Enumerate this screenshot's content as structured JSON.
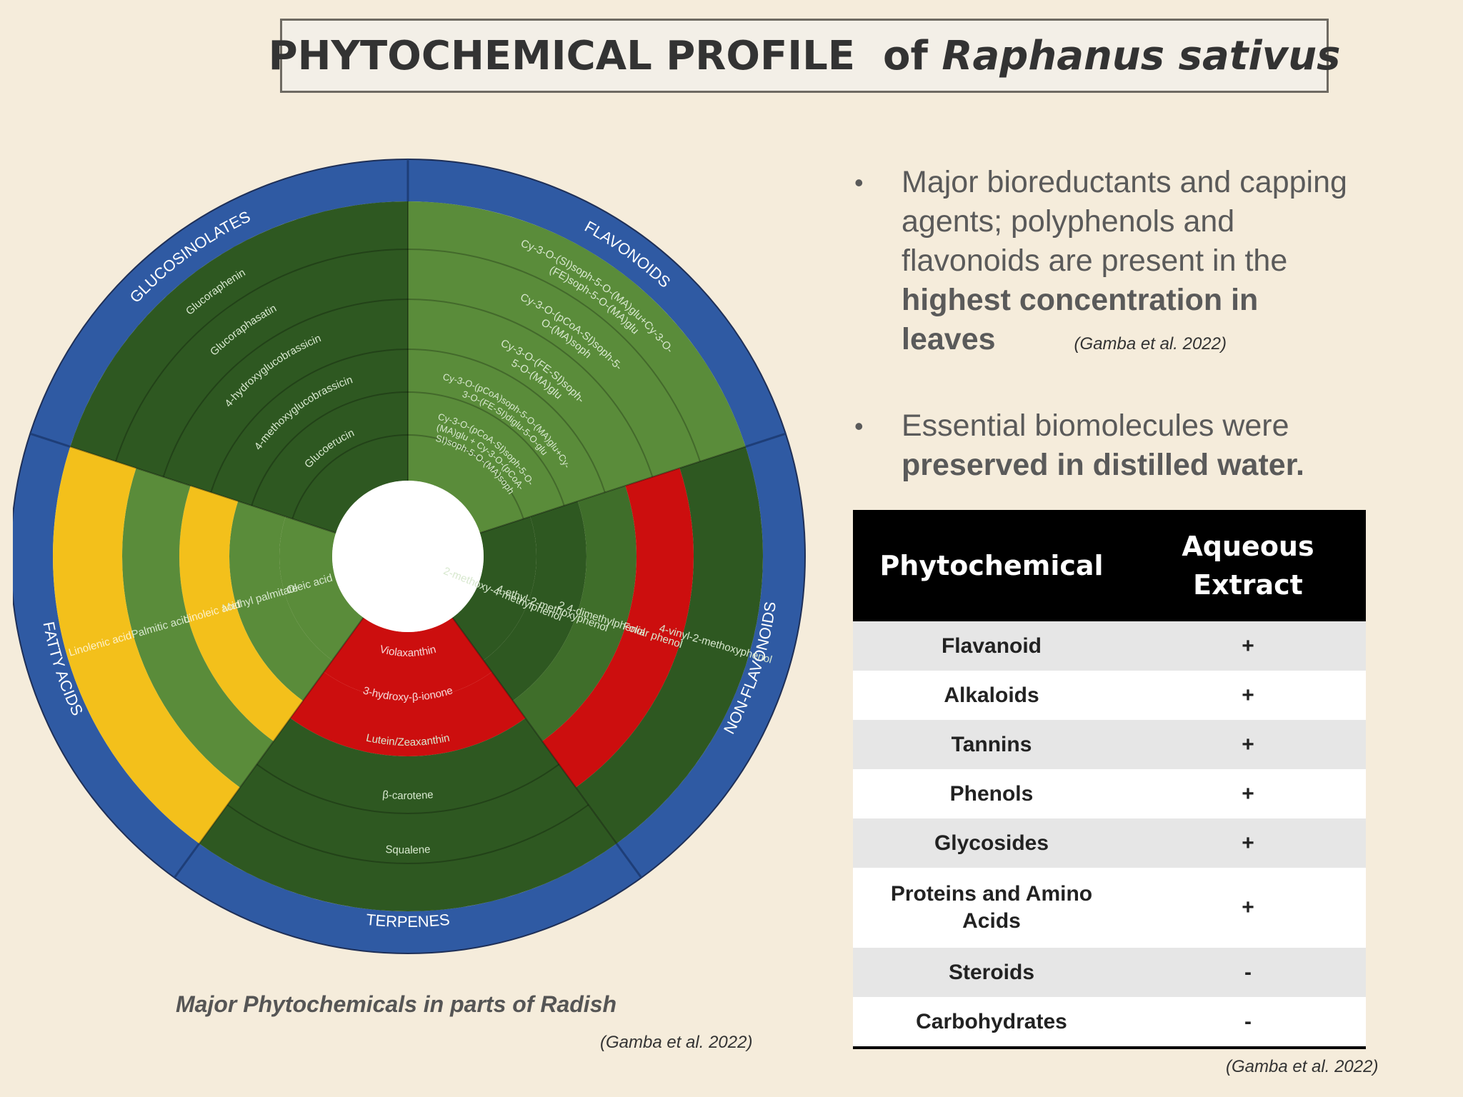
{
  "header": {
    "title_main": "PHYTOCHEMICAL PROFILE  of ",
    "title_italic": "Raphanus sativus"
  },
  "wheel": {
    "colors": {
      "ring": "#2f5aa3",
      "dark_green": "#2e5821",
      "mid_green": "#3f6e2a",
      "light_green": "#5a8c3a",
      "yellow": "#f3c01b",
      "red": "#cc0e0e",
      "center": "#ffffff"
    },
    "categories": [
      "GLUCOSINOLATES",
      "FLAVONOIDS",
      "NON-FLAVONOIDS",
      "TERPENES",
      "FATTY ACIDS"
    ],
    "glucosinolates": [
      "Glucoraphenin",
      "Glucoraphasatin",
      "4-hydroxyglucobrassicin",
      "4-methoxyglucobrassicin",
      "Glucoerucin"
    ],
    "flavonoids": [
      "Cy-3-O-(SI)soph-5-O-(MA)glu+Cy-3-O-",
      "(FE)soph-5-O-(MA)glu",
      "Cy-3-O-(pCoA-SI)soph-5-",
      "O-(MA)soph",
      "Cy-3-O-(FE-SI)soph-",
      "5-O-(MA)glu",
      "Cy-3-O-(pCoA)soph-5-O-(MA)glu+Cy-",
      "3-O-(FE-SI)diglu-5-O-glu",
      "Cy-3-O-(pCoA-SI)soph-5-O-",
      "(MA)glu + Cy-3-O-(pCoA-",
      "SI)soph-5-O-(MA)soph"
    ],
    "non_flavonoids": [
      "2-methoxy-4-methylphenol",
      "4-ethyl-2-methoxyphenol",
      "2,4-dimethylphenol",
      "Foliar phenol",
      "4-vinyl-2-methoxyphenol"
    ],
    "terpenes": [
      "Violaxanthin",
      "3-hydroxy-β-ionone",
      "Lutein/Zeaxanthin",
      "β-carotene",
      "Squalene"
    ],
    "fatty_acids": [
      "Oleic acid",
      "Methyl palmitate",
      "Linoleic acid",
      "Palmitic acid",
      "Linolenic acid"
    ]
  },
  "caption": "Major Phytochemicals in parts of Radish",
  "caption_citation": "(Gamba et al. 2022)",
  "bullets": [
    {
      "text_before": "Major bioreductants and capping agents; polyphenols and flavonoids are present in the ",
      "bold": "highest concentration in leaves",
      "citation": "(Gamba et al. 2022)"
    },
    {
      "text_before": "Essential biomolecules were ",
      "bold": "preserved in distilled water."
    }
  ],
  "table": {
    "headers": [
      "Phytochemical",
      "Aqueous Extract"
    ],
    "rows": [
      [
        "Flavanoid",
        "+"
      ],
      [
        "Alkaloids",
        "+"
      ],
      [
        "Tannins",
        "+"
      ],
      [
        "Phenols",
        "+"
      ],
      [
        "Glycosides",
        "+"
      ],
      [
        "Proteins and Amino Acids",
        "+"
      ],
      [
        "Steroids",
        "-"
      ],
      [
        "Carbohydrates",
        "-"
      ]
    ]
  },
  "table_citation": "(Gamba et al. 2022)"
}
